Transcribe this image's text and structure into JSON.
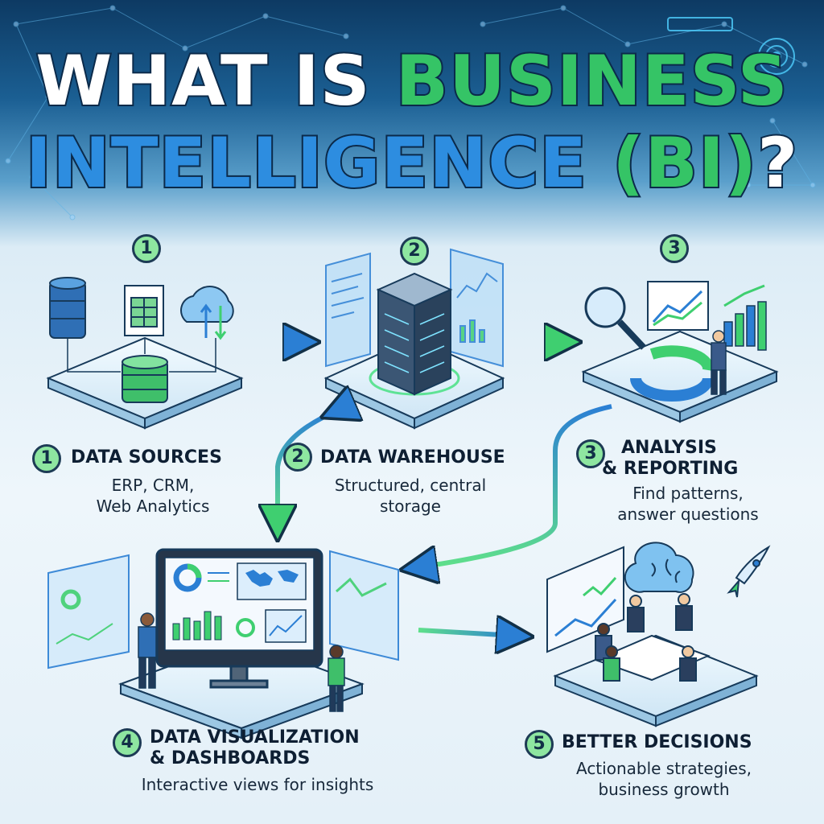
{
  "title": {
    "word1": "WHAT",
    "word2": "IS",
    "word3": "BUSINESS",
    "line2a": "INTELLIGENCE",
    "line2b": "(BI)",
    "line2c": "?"
  },
  "steps": [
    {
      "num": "1",
      "top_num": "1",
      "title_line1": "DATA SOURCES",
      "title_line2": "",
      "desc_line1": "ERP, CRM,",
      "desc_line2": "Web Analytics"
    },
    {
      "num": "2",
      "top_num": "2",
      "title_line1": "DATA WAREHOUSE",
      "title_line2": "",
      "desc_line1": "Structured, central",
      "desc_line2": "storage"
    },
    {
      "num": "3",
      "top_num": "3",
      "title_line1": "ANALYSIS",
      "title_line2": "& REPORTING",
      "desc_line1": "Find patterns,",
      "desc_line2": "answer questions"
    },
    {
      "num": "4",
      "title_line1": "DATA VISUALIZATION",
      "title_line2": "& DASHBOARDS",
      "desc_line1": "Interactive views for insights",
      "desc_line2": ""
    },
    {
      "num": "5",
      "title_line1": "BETTER DECISIONS",
      "title_line2": "",
      "desc_line1": "Actionable strategies,",
      "desc_line2": "business growth"
    }
  ],
  "colors": {
    "green": "#35c466",
    "blue": "#2d8de0",
    "navy": "#0b2a4a",
    "badge": "#8ee6a0"
  },
  "icons": [
    "database-icon",
    "spreadsheet-icon",
    "cloud-sync-icon",
    "server-icon",
    "magnifier-icon",
    "bar-chart-icon",
    "monitor-dashboard-icon",
    "world-map-icon",
    "brain-icon",
    "rocket-icon",
    "meeting-table-icon"
  ]
}
